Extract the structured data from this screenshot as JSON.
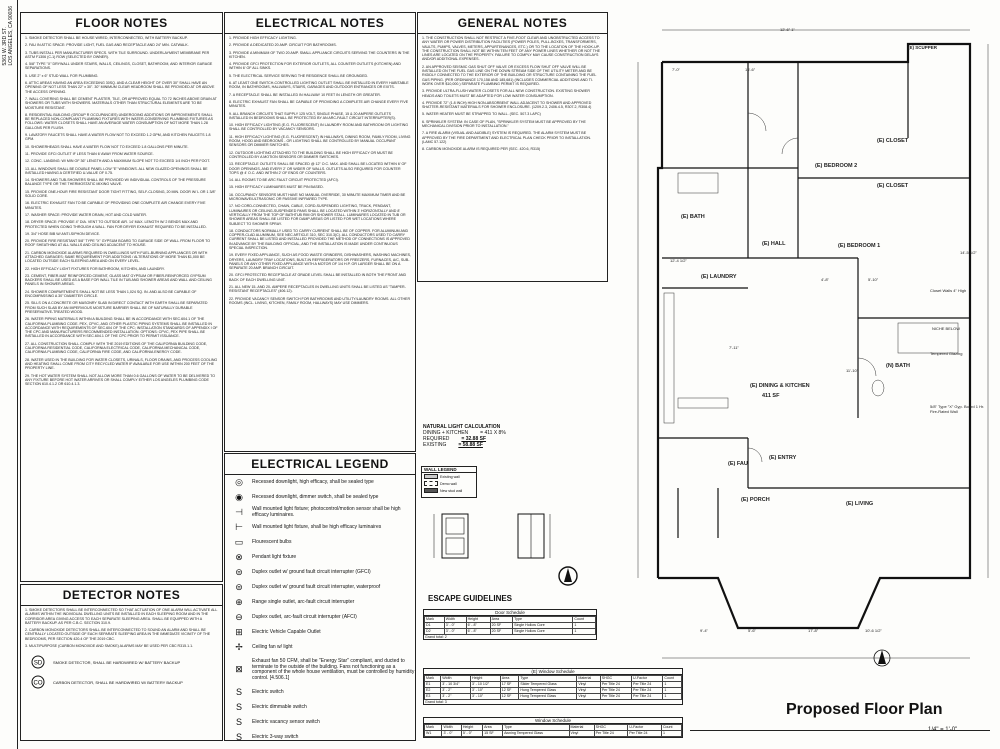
{
  "title_block": {
    "address": "5361 W. 3RD ST.\nLOS ANGELES, CA 90036"
  },
  "floor_notes": {
    "title": "FLOOR NOTES",
    "items": [
      "1. SMOKE DETECTOR SHALL BE HOUSE WIRED, INTERCONNECTED, WITH BATTERY BACKUP.",
      "2. FAU IN ATTIC SPACE: PROVIDE LIGHT, FUEL GAS AND RECEPTACLE AND 24\" MIN. CATWALK.",
      "3. TUBS INSTALL PER MANUFACTURER SPECS. WITH TILE SURROUND. UNDERLAYMENT MEMBRANE PER ASTM F1306 (C-1) ROW (SELECTED BY OWNER).",
      "4. 5/8\" TYPE \"X\" DRYWALL UNDER STAIRS, WALLS, CEILINGS, CLOSET, BATHROOM, AND INTERIOR GARAGE SEPARATIONS.",
      "5. USE 2\" x 6\" STUD WALL FOR PLUMBING.",
      "6. ATTIC AREAS HAVING AN AREA EXCEEDING 30SQ. AND A CLEAR HEIGHT OF OVER 30\" SHALL HAVE AN OPENING OF NOT LESS THAN 22\" x 30\". 30\" MINIMUM CLEAR HEADROOM SHALL BE PROVIDED AT OR ABOVE THE ACCESS OPENING.",
      "7. WALL COVERING SHALL BE CEMENT PLASTER, TILE, OR APPROVED EQUAL TO 72 INCHES ABOVE DRAIN AT SHOWERS OR TUBS WITH SHOWERS. MATERIALS OTHER THAN STRUCTURAL ELEMENTS ARE TO BE MOISTURE RESISTANT.",
      "8. RESIDENTIAL BUILDING (GROUP R OCCUPANCIES) UNDERGOING ADDITIONS OR IMPROVEMENTS SHALL BE REPLACED NON-COMPLIANT PLUMBING FIXTURES WITH WATER-CONSERVING PLUMBING FIXTURES AS FOLLOWS: WATER CLOSETS SHALL HAVE AN AVERAGE WATER CONSUMPTION OF NOT MORE THAN 1.28 GALLONS PER FLUSH.",
      "9. LAVATORY FAUCETS SHALL HAVE A WATER FLOW NOT TO EXCEED 1.2 GPM, AND KITCHEN FAUCETS 1.8 GPM.",
      "10. SHOWERHEADS SHALL HAVE A WATER FLOW NOT TO EXCEED 1.8 GALLONS PER MINUTE.",
      "11. PROVIDE GFCI OUTLET IF LESS THAN 6' AWAY FROM WATER SOURCE.",
      "12. CONC. LANDING: W/ MIN OF 36\" LENGTH AND A MAXIMUM SLOPE NOT TO EXCEED 1/4 INCH PER FOOT.",
      "13. ALL WINDOWS SHALL BE DOUBLE PANEL LOW \"E\" WINDOWS. ALL NEW GLAZED OPENINGS SHALL BE INSTALLED HAVING A CERTIFIED U-VALUE OF 0.75.",
      "14. SHOWERS AND TUB-SHOWERS SHALL BE PROVIDED W/ INDIVIDUAL CONTROLS OF THE PRESSURE BALANCE TYPE OR THE THERMOSTATIC MIXING VALVE.",
      "15. PROVIDE ONE-HOUR FIRE RESISTANT DOOR TIGHT FITTING, SELF-CLOSING, 20 MIN. DOOR W/ L OR 1 3/8\" SOLID CORE.",
      "16. ELECTRIC EXHAUST FAN TO BE CAPABLE OF PROVIDING ONE COMPLETE AIR CHANGE EVERY FIVE MINUTES.",
      "17. WASHER SPACE: PROVIDE WATER DRAIN, HOT AND COLD WATER.",
      "18. DRYER SPACE: PROVIDE 4\" DIA. VENT TO OUTSIDE AIR. 14' MAX. LENGTH W/ 2 BENDS MAX AND PROTECTED WHEN GOING THROUGH A WALL. FAN FOR DRYER EXHAUST REQUIRED TO BE INSTALLED.",
      "19. 3/4\" HOSE BIB W/ ANTI-SIPHON DEVICE.",
      "20. PROVIDE FIRE RESISTANT 5/8\" TYPE \"X\" GYPSUM BOARD TO GARAGE SIDE OF WALL FROM FLOOR TO ROOF SHEATHING AT ALL WALLS AND CEILING ADJACENT TO HOUSE.",
      "21. CARBON MONOXIDE ALARMS REQUIRED IN DWELLINGS WITH FUEL-BURNING APPLIANCES OR WITH ATTACHED GARAGES; SAME REQUIREMENT FOR ADDITIONS / ALTERATIONS OF MORE THAN $1,000 BE LOCATED OUTSIDE EACH SLEEPING AREA AND ON EVERY LEVEL.",
      "22. HIGH EFFICACY LIGHT FIXTURES FOR BATHROOM, KITCHEN, AND LAUNDRY.",
      "23. CEMENT, FIBER-MAT REINFORCED CEMENT, GLASS MAT GYPSUM OR FIBER-REINFORCED GYPSUM BACKERS SHALL BE USED AS A BASE FOR WALL TILE IN TUB AND SHOWER AREAS AND WALL AND CEILING PANELS IN SHOWER AREAS.",
      "24. SHOWER COMPARTMENTS SHALL NOT BE LESS THAN 1,024 SQ. IN. AND ALSO BE CAPABLE OF ENCOMPASSING A 30\" DIAMETER CIRCLE.",
      "25. SILLS ON A CONCRETE OR MASONRY SLAB IN DIRECT CONTACT WITH EARTH SHALL BE SEPARATED FROM SUCH SLAB BY AN IMPERVIOUS MOISTURE BARRIER SHALL BE OF NATURALLY DURABLE PRESERVATIVE-TREATED WOOD.",
      "26. WATER PIPING MATERIALS WITHIN A BUILDING SHALL BE IN ACCORDANCE WITH SEC.604.1 OF THE CALIFORNIA PLUMBING CODE. PEX, CPVC, AND OTHER PLASTIC PIPING SYSTEMS SHALL BE INSTALLED IN ACCORDANCE WITH REQUIREMENTS OF SEC.604 OF THE CPC; INSTALLATION STANDARDS OF APPENDIX I OF THE CPC AND MANUFACTURERS RECOMMENDED INSTALLATION. OPTIONS: CPVC, PEX PIPE SHALL BE INSTALLED IN ACCORDANCE WITH SEC.604.1 OF THE CPC PRIOR TO PERMIT ISSUANCE.",
      "27. ALL CONSTRUCTION SHALL COMPLY WITH THE 2019 EDITIONS OF THE CALIFORNIA BUILDING CODE, CALIFORNIA RESIDENTIAL CODE, CALIFORNIA ELECTRICAL CODE, CALIFORNIA MECHANICAL CODE, CALIFORNIA PLUMBING CODE, CALIFORNIA FIRE CODE, AND CALIFORNIA ENERGY CODE.",
      "28. WATER USED IN THE BUILDING FOR WATER CLOSETS, URINALS, FLOOR DRAINS, AND PROCESS COOLING AND HEATING SHALL COME FROM CITY RECYCLED WATER IF AVAILABLE FOR USE WITHIN 200 FEET OF THE PROPERTY LINE.",
      "29. THE HOT WATER SYSTEM SHALL NOT ALLOW MORE THAN 0.6 GALLONS OF WATER TO BE DELIVERED TO ANY FIXTURE BEFORE HOT WATER ARRIVES OR SHALL COMPLY EITHER LOS ANGELES PLUMBING CODE SECTION 610.4.1.2 OR 610.4.1.3."
    ]
  },
  "detector_notes": {
    "title": "DETECTOR NOTES",
    "items": [
      "1. SMOKE DETECTORS SHALL BE INTERCONNECTED SO THAT ACTUATION OF ONE ALARM WILL ACTIVATE ALL ALARMS WITHIN THE INDIVIDUAL DWELLING UNITS BE INSTALLED IN EACH SLEEPING ROOM AND IN THE CORRIDOR AREA GIVING ACCESS TO EACH SEPARATE SLEEPING AREA. SHALL BE EQUIPPED WITH A BATTERY BACKUP. AS PER C.B.C. SECTION 310.9.",
      "2. CARBON MONOXIDE DETECTORS SHALL BE INTERCONNECTED TO SOUND AN ALARM AND SHALL BE CENTRALLY LOCATED OUTSIDE OF EACH SEPARATE SLEEPING AREA IN THE IMMEDIATE VICINITY OF THE BEDROOMS, PER SECTION 420.4 OF THE 2019 CBC.",
      "3. MULTIPURPOSE (CARBON MONOXIDE AND SMOKE) ALARMS MAY BE USED PER CBC R315.1.1."
    ],
    "legend": [
      {
        "label": "SMOKE DETECTOR, SHALL BE HARDWIRED W/ BATTERY BACKUP"
      },
      {
        "label": "CARBON DETECTOR, SHALL BE HARDWIRED W/ BATTERY BACKUP"
      }
    ]
  },
  "electrical_notes": {
    "title": "ELECTRICAL NOTES",
    "items": [
      "1. PROVIDE HIGH EFFICACY LIGHTING.",
      "2. PROVIDE A DEDICATED 20 AMP. CIRCUIT FOR BATHROOMS.",
      "3. PROVIDE A MINIMUM OF TWO 20 AMP. SMALL APPLIANCE CIRCUITS SERVING THE COUNTERS IN THE KITCHEN.",
      "4. PROVIDE GFCI PROTECTION FOR EXTERIOR OUTLETS, ALL COUNTER OUTLETS (KITCHEN) AND WITHIN 6' OF ALL SINKS.",
      "5. THE ELECTRICAL SERVICE SERVING THE RESIDENCE SHALL BE GROUNDED.",
      "6. AT LEAST ONE SWITCH-CONTROLLED LIGHTING OUTLET SHALL BE INSTALLED IN EVERY HABITABLE ROOM, IN BATHROOMS, HALLWAYS, STAIRS, GARAGES AND OUTDOOR ENTRANCES OR EXITS.",
      "7. A RECEPTACLE SHALL BE INSTALLED IN HALLWAY 10 FEET IN LENGTH OR GREATER.",
      "8. ELECTRIC EXHAUST FAN SHALL BE CAPABLE OF PROVIDING A COMPLETE AIR CHANGE EVERY FIVE MINUTES.",
      "9. ALL BRANCH CIRCUITS THAT SUPPLY 125 VOLT, SINGLE PHASE, 15 & 20 AMPERE OUTLETS INSTALLED IN BEDROOMS SHALL BE PROTECTED BY AN ARC-FAULT CIRCUIT INTERRUPTER(S).",
      "10. HIGH EFFICACY LIGHTING (E.G. FLUORESCENT) IN LAUNDRY ROOM AND BATHROOM OR LIGHTING SHALL BE CONTROLLED BY VACANCY SENSORS.",
      "11. HIGH EFFICACY LIGHTING (E.G. FLUORESCENT) IN HALLWAYS, DINING ROOM, FAMILY ROOM, LIVING ROOM, HOOD AND BEDROOMS - OR LIGHTING SHALL BE CONTROLLED BY MANUAL OCCUPANT SENSORS OR DIMMER SWITCHES.",
      "12. OUTDOOR LIGHTING ATTACHED TO THE BUILDING SHALL BE HIGH EFFICACY OR MUST BE CONTROLLED BY A MOTION SENSORS OR DIMMER SWITCHES.",
      "13. RECEPTACLE OUTLETS SHALL BE SPACED @ 12\" O.C. MAX. AND SHALL BE LOCATED WITHIN 6' OF DOOR OPENINGS, AND EVERY 2' OR WIDER OF WALLS. OUTLETS ALSO REQUIRED FOR COUNTER TOPS @ 4' O.C. AND WITHIN 2' OF ENDS OF COUNTERS.",
      "14. ALL ROOMS TO BE ARC FAULT CIRCUIT PROTECTED (AFCI).",
      "15. HIGH EFFICACY LUMINAIRES MUST BE PIN BASED.",
      "16. OCCUPANCY SENSORS MUST HAVE NO MANUAL OVERRIDE, 30 MINUTE MAXIMUM TIMER AND BE MICROWAVE/ULTRASONIC OR PASSIVE INFRARED TYPE.",
      "17. NO CORD-CONNECTED, CHAIN, CABLE, CORD-SUSPENDED LIGHTING, TRACK, PENDANT, LUMINAIRES OR CEILING-SUSPENDED PANS SHALL BE LOCATED WITHIN 3' HORIZONTALLY AND 8' VERTICALLY FROM THE TOP OF BATHTUB RIM OR SHOWER STALL. LUMINAIRES LOCATED IN TUB OR SHOWER AREAS SHALL BE LISTED FOR DAMP AREAS OR LISTED FOR WET LOCATIONS WHERE SUBJECT TO SHOWER SPRAY.",
      "18. CONDUCTORS NORMALLY USED TO CARRY CURRENT SHALL BE OF COPPER. FOR ALUMINUM AND COPPER-CLAD ALUMINUM, SEE NEC ARTICLE 310, SEC 310.3(C). ALL CONDUCTORS USED TO CARRY CURRENT SHALL BE LISTED AND INSTALLED PROVIDED THE METHOD OF CONNECTIONS IS APPROVED IN ADVANCE BY THE BUILDING OFFICIAL, AND THE INSTALLATION IS MADE UNDER CONTINUOUS SPECIAL INSPECTION.",
      "19. EVERY FIXED APPLIANCE, SUCH AS FOOD WASTE GRINDERS, DISHWASHERS, WASHING MACHINES, DRYERS, LAUNDRY TRAY LOCATIONS, BUILT-IN REFRIGERATORS OR FREEZERS, FURNACES, A/C, SUB-PANELS OR ANY OTHER FIXED APPLIANCE WITH A MOTOR OF 1/4 H.P. OR LARGER SHALL BE ON A SEPARATE 20 AMP. BRANCH CIRCUIT.",
      "20. GFCI PROTECTED RECEPTACLE AT GRADE LEVEL SHALL BE INSTALLED IN BOTH THE FRONT AND BACK OF EACH DWELLING UNIT.",
      "21. ALL NEW 15- AND 20- AMPERE RECEPTACLES IN DWELLING UNITS SHALL BE LISTED AS \"TAMPER-RESISTANT RECEPTACLES\" (406.12).",
      "22. PROVIDE VACANCY SENSOR SWITCH FOR BATHROOMS AND UTILITY/LAUNDRY ROOMS. ALL OTHER ROOMS (INCL. LIVING, KITCHEN, FAMILY ROOM, HALLWAYS) MAY USE DIMMERS."
    ]
  },
  "electrical_legend": {
    "title": "ELECTRICAL LEGEND",
    "items": [
      {
        "icon": "recessed-downlight-icon",
        "glyph": "◎",
        "label": "Recessed downlight, high efficacy, shall be sealed type"
      },
      {
        "icon": "recessed-dimmer-icon",
        "glyph": "◉",
        "label": "Recessed downlight, dimmer switch, shall be sealed type"
      },
      {
        "icon": "wall-mounted-light-icon",
        "glyph": "⊣",
        "label": "Wall mounted light fixture; photocontrol/motion sensor shall be high efficacy luminaires."
      },
      {
        "icon": "wall-light-icon",
        "glyph": "⊢",
        "label": "Wall mounted light fixture, shall be high efficacy luminaires"
      },
      {
        "icon": "fluorescent-bulb-icon",
        "glyph": "▭",
        "label": "Flourescent bulbs"
      },
      {
        "icon": "pendant-light-icon",
        "glyph": "⊗",
        "label": "Pendant light fixture"
      },
      {
        "icon": "duplex-outlet-gfci-icon",
        "glyph": "⊜",
        "label": "Duplex outlet w/ ground fault circuit interrupter (GFCI)"
      },
      {
        "icon": "duplex-outlet-waterproof-icon",
        "glyph": "⊜",
        "label": "Duplex outlet w/ ground fault circuit interrupter, waterproof"
      },
      {
        "icon": "range-outlet-icon",
        "glyph": "⊕",
        "label": "Range single outlet, arc-fault circuit interrupter"
      },
      {
        "icon": "duplex-outlet-afci-icon",
        "glyph": "⊖",
        "label": "Duplex outlet, arc-fault circuit interrupter (AFCI)"
      },
      {
        "icon": "vehicle-outlet-icon",
        "glyph": "⊞",
        "label": "Electric Vehicle Capable Outlet"
      },
      {
        "icon": "ceiling-fan-icon",
        "glyph": "✢",
        "label": "Ceiling fan w/ light"
      },
      {
        "icon": "exhaust-fan-icon",
        "glyph": "⊠",
        "label": "Exhaust fan 50 CFM, shall be \"Energy Star\" compliant, and ducted to terminate to the outside of the building. Fans not functioning as a component of the whole house ventilation, must be controlled by humidity control. [4.506.1]"
      },
      {
        "icon": "electric-switch-icon",
        "glyph": "S",
        "label": "Electric switch"
      },
      {
        "icon": "dimmable-switch-icon",
        "glyph": "S",
        "label": "Electric dimmable switch"
      },
      {
        "icon": "vacancy-switch-icon",
        "glyph": "S",
        "label": "Electric vacancy sensor switch"
      },
      {
        "icon": "three-way-switch-icon",
        "glyph": "S",
        "label": "Electric 3-way switch"
      }
    ]
  },
  "general_notes": {
    "title": "GENERAL NOTES",
    "items": [
      "1. THE CONSTRUCTION SHALL NOT RESTRICT A FIVE-FOOT CLEAR AND UNOBSTRUCTED ACCESS TO ANY WATER OR POWER DISTRIBUTION FACILITIES (POWER POLES, PULL-BOXES, TRANSFORMERS, VAULTS, PUMPS, VALVES, METERS, APPURTENANCES, ETC.) OR TO THE LOCATION OF THE HOOK-UP. THE CONSTRUCTION SHALL NOT BE WITHIN TEN FEET OF ANY POWER LINES WHETHER OR NOT THE LINES ARE LOCATED ON THE PROPERTY. FAILURE TO COMPLY MAY CAUSE CONSTRUCTION DELAYS AND/OR ADDITIONAL EXPENSES.",
      "2. AN APPROVED SEISMIC GAS SHUT OFF VALVE OR EXCESS FLOW SHUT OFF VALVE WILL BE INSTALLED ON THE FUEL GAS LINE ON THE DOWN STREAM SIDE OF THE UTILITY METER AND BE RIGIDLY CONNECTED TO THE EXTERIOR OF THE BUILDING OR STRUCTURE CONTAINING THE FUEL GAS PIPING. (PER ORDINANCE 170,158 AND 185,681) (INCLUDES COMMERCIAL ADDITIONS AND TI. WORK OVER $10,000.) SEPARATE PLUMBING PERMIT IS REQUIRED.",
      "3. PROVIDE ULTRA-FLUSH WATER CLOSETS FOR ALL NEW CONSTRUCTION. EXISTING SHOWER HEADS AND TOILETS MUST BE ADAPTED FOR LOW WATER CONSUMPTION.",
      "4. PROVIDE 72\" (1.8 INCH) HIGH NON-ABSORBENT WALL ADJACENT TO SHOWER AND APPROVED SHATTER-RESISTANT MATERIALS FOR SHOWER ENCLOSURE. (1209.2.3, 2406.4.5, R307.2, R308.4)",
      "5. WATER HEATER MUST BE STRAPPED TO WALL. (SEC. 507.3 LAPC)",
      "6. SPRINKLER SYSTEM: IN CASE OF PLAN, \"SPRINKLER SYSTEM MUST BE APPROVED BY THE MECHANICAL DIVISION PRIOR TO INSTALLATION.\"",
      "7. A FIRE ALARM (VISUAL AND AUDIBLE) SYSTEM IS REQUIRED. THE ALARM SYSTEM MUST BE APPROVED BY THE FIRE DEPARTMENT AND ELECTRICAL PLAN CHECK PRIOR TO INSTALLATION. (LAMC 57.122)",
      "8. CARBON MONOXIDE ALARM IS REQUIRED PER (SEC. 420.6, R315)"
    ]
  },
  "natural_light": {
    "title": "NATURAL LIGHT CALCULATION",
    "rows": [
      {
        "label": "DINING + KITCHEN",
        "value": "= 411 X 8%"
      },
      {
        "label": "REQUIRED",
        "value": "= 32.88 SF"
      },
      {
        "label": "EXISTING",
        "value": "= 58.88 SF"
      }
    ]
  },
  "wall_legend": {
    "title": "WALL LEGEND",
    "items": [
      "Existing wall",
      "Demo wall",
      "New stud wall"
    ]
  },
  "escape": {
    "title": "ESCAPE GUIDELINES"
  },
  "door_schedule": {
    "title": "Door Schedule",
    "headers": [
      "Mark",
      "Width",
      "Height",
      "Area",
      "Type",
      "Count"
    ],
    "rows": [
      [
        "D1",
        "3' - 0\"",
        "6' - 8\"",
        "20 SF",
        "Single Hollow Core",
        "1"
      ],
      [
        "D2",
        "3' - 0\"",
        "6' - 8\"",
        "20 SF",
        "Single Hollow Core",
        "1"
      ]
    ],
    "total": "Grand total: 2"
  },
  "e_window_schedule": {
    "title": "(E) Window Schedule",
    "headers": [
      "Mark",
      "Width",
      "Height",
      "Area",
      "Type",
      "Material",
      "SHGC",
      "U-Factor",
      "Count"
    ],
    "rows": [
      [
        "E1",
        "3' - 10 3/4\"",
        "3' - 10 1/2\"",
        "17 SF",
        "Slider Tempered Glass",
        "Vinyl",
        "Per Title 24",
        "Per Title 24",
        "1"
      ],
      [
        "E2",
        "3' - 2\"",
        "3' - 10\"",
        "12 SF",
        "Hung Tempered Glass",
        "Vinyl",
        "Per Title 24",
        "Per Title 24",
        "1"
      ],
      [
        "E3",
        "3' - 2\"",
        "3' - 10\"",
        "12 SF",
        "Hung Tempered Glass",
        "Vinyl",
        "Per Title 24",
        "Per Title 24",
        "1"
      ]
    ],
    "total": "Grand total: 3"
  },
  "window_schedule": {
    "title": "Window Schedule",
    "headers": [
      "Mark",
      "Width",
      "Height",
      "Area",
      "Type",
      "Material",
      "SHGC",
      "U-Factor",
      "Count"
    ],
    "rows": [
      [
        "W1",
        "3' - 0\"",
        "5' - 0\"",
        "15 SF",
        "Awning Tempered Glass",
        "Vinyl",
        "Per Title 24",
        "Per Title 24",
        "1"
      ]
    ]
  },
  "floor_plan": {
    "rooms": [
      {
        "key": "closet1",
        "label": "(E) CLOSET"
      },
      {
        "key": "closet2",
        "label": "(E) CLOSET"
      },
      {
        "key": "bedroom2",
        "label": "(E) BEDROOM 2"
      },
      {
        "key": "bath",
        "label": "(E) BATH"
      },
      {
        "key": "hall",
        "label": "(E) HALL"
      },
      {
        "key": "bedroom1",
        "label": "(E) BEDROOM 1"
      },
      {
        "key": "laundry",
        "label": "(E) LAUNDRY"
      },
      {
        "key": "nbath",
        "label": "(N) BATH"
      },
      {
        "key": "dining",
        "label": "(E) DINING & KITCHEN"
      },
      {
        "key": "dining_area",
        "label": "411 SF"
      },
      {
        "key": "entry",
        "label": "(E) ENTRY"
      },
      {
        "key": "fau",
        "label": "(E) FAU"
      },
      {
        "key": "porch",
        "label": "(E) PORCH"
      },
      {
        "key": "living",
        "label": "(E) LIVING"
      },
      {
        "key": "scupper",
        "label": "(E) SCUPPER"
      }
    ],
    "dimensions": [
      "12'-6\" 1\"",
      "7'-0\"",
      "16'-6\"",
      "12'-4 1/2\"",
      "4'-8\"",
      "5'-10\"",
      "14'-5 1/2\"",
      "7'-11\"",
      "11'-10\"",
      "9'-4\"",
      "5'-6\"",
      "17'-8\"",
      "10'-6 1/2\""
    ],
    "notes": [
      "Closet Walls 4\" High",
      "NICHE BELOW",
      "Tempered Glazing",
      "5/8\" Type \"X\" Gyp. Board 1 Hr. Fire-Rated Wall"
    ]
  },
  "footer": {
    "title": "Proposed Floor Plan",
    "scale": "1/4\" = 1'-0\""
  }
}
